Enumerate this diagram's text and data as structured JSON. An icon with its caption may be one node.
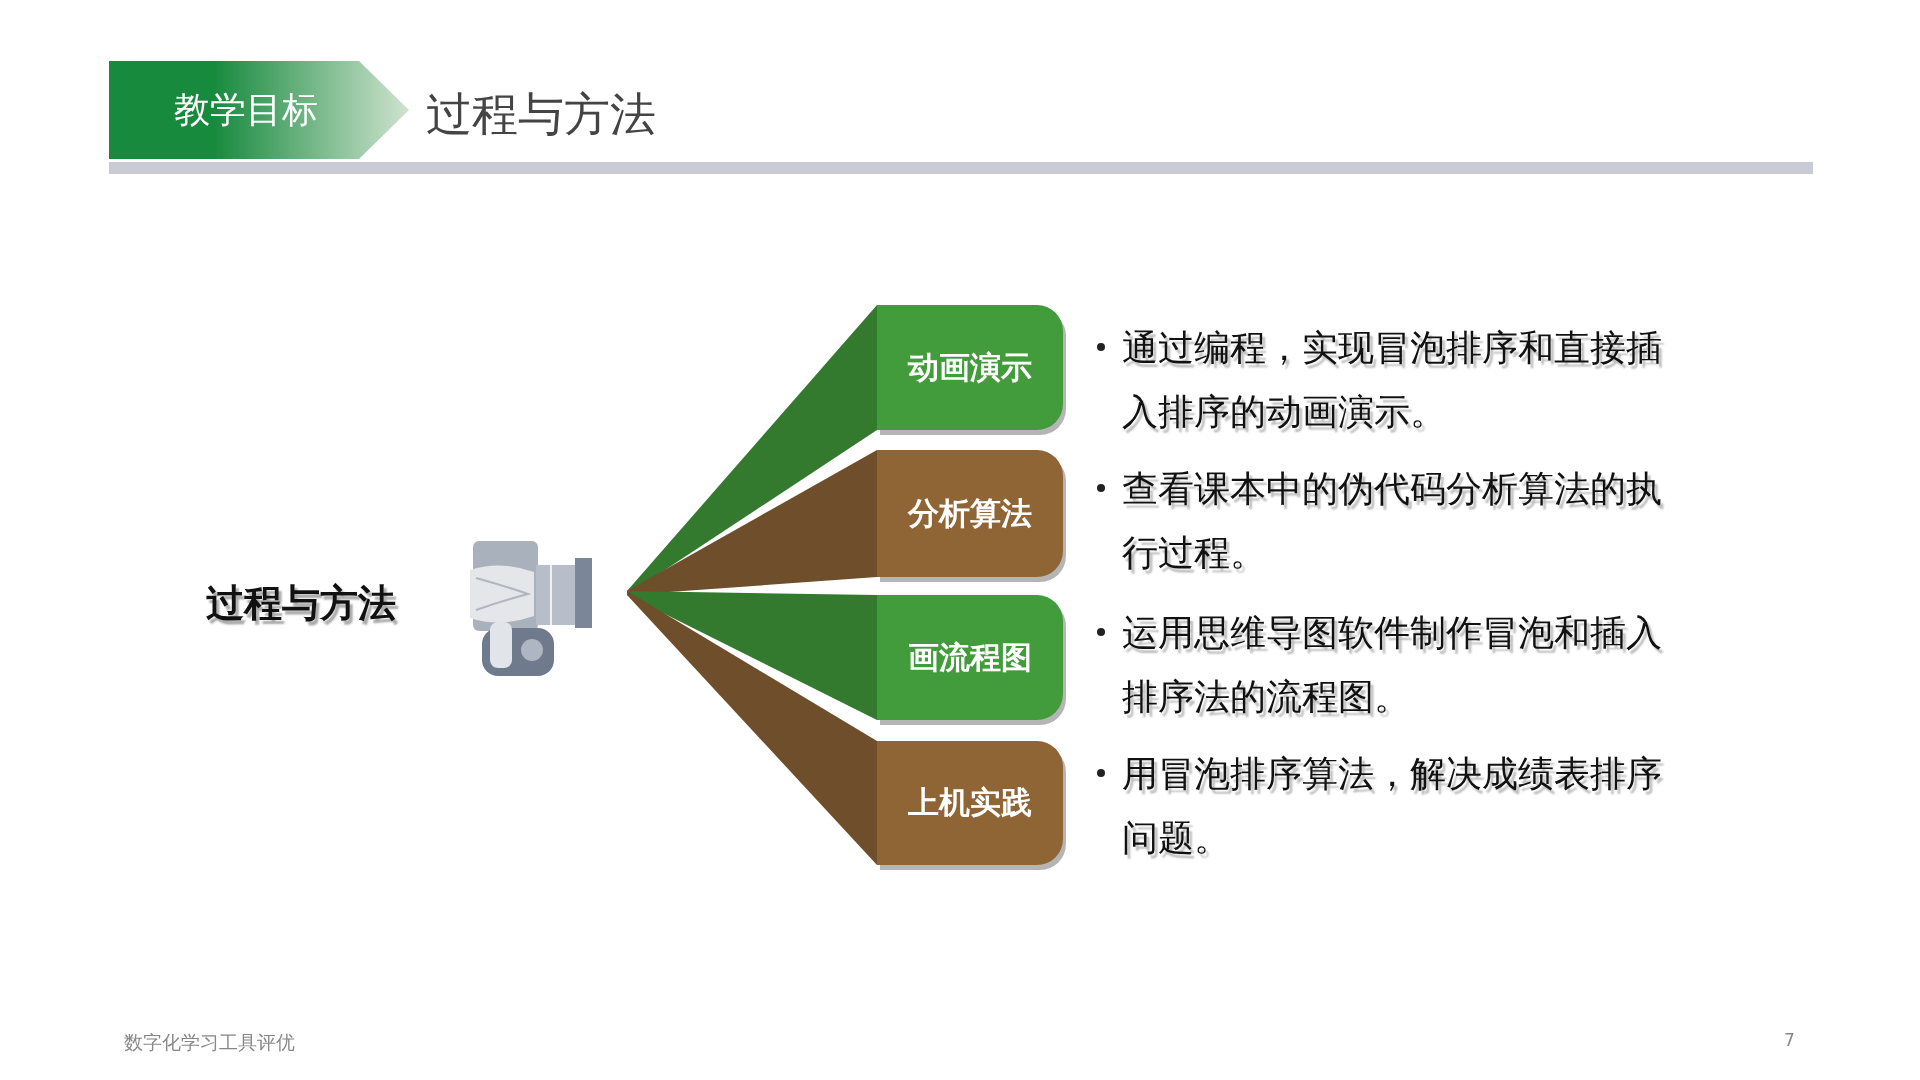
{
  "diagram": {
    "title": "过程与方法",
    "nodes": [
      {
        "text": [
          "教学目标"
        ]
      },
      {
        "text": [],
        "shape": "picture"
      },
      {
        "text": [
          "动画演示"
        ],
        "beside": [
          "通过编程，实现冒泡排序和直接插入排序的动画演示。"
        ]
      },
      {
        "text": [
          "分析算法"
        ],
        "beside": [
          "查看课本中的伪代码分析算法的执行过程。"
        ]
      },
      {
        "text": [
          "画流程图"
        ],
        "beside": [
          "运用思维导图软件制作冒泡和插入排序法的流程图。"
        ]
      },
      {
        "text": [
          "上机实践"
        ],
        "beside": [
          "用冒泡排序算法，解决成绩表排序问题。"
        ]
      }
    ],
    "edges": [
      {
        "from": 1,
        "to": 2,
        "arrow": "none",
        "color": "#337a2f"
      },
      {
        "from": 1,
        "to": 3,
        "arrow": "none",
        "color": "#6e4e2b"
      },
      {
        "from": 1,
        "to": 4,
        "arrow": "none",
        "color": "#337a2f"
      },
      {
        "from": 1,
        "to": 5,
        "arrow": "none",
        "color": "#6e4e2b"
      }
    ],
    "labels": [
      "过程与方法",
      "数字化学习工具评优",
      "7"
    ]
  }
}
